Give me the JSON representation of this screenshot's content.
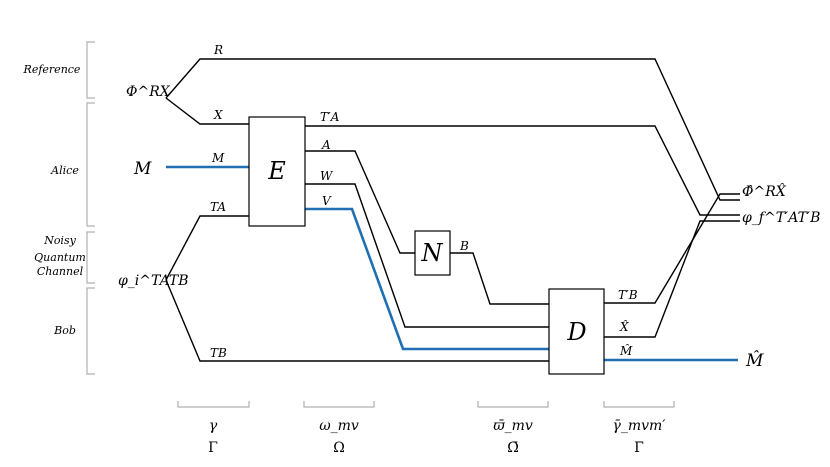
{
  "groups": {
    "reference": "Reference",
    "alice": "Alice",
    "channel_line1": "Noisy",
    "channel_line2": "Quantum",
    "channel_line3": "Channel",
    "bob": "Bob"
  },
  "states": {
    "phi_rx": "Φ^RX",
    "message": "M",
    "phi_i": "φ_i^TATB",
    "phi_hat": "Φ̂^RX̂",
    "phi_f": "φ_f^T′AT′B",
    "m_hat": "M̂"
  },
  "wires": {
    "R": "R",
    "X": "X",
    "M": "M",
    "TA": "TA",
    "TB": "TB",
    "TA_prime": "T′A",
    "A": "A",
    "W": "W",
    "V": "V",
    "B": "B",
    "TB_prime": "T′B",
    "X_hat": "X̂",
    "M_hat": "M̂"
  },
  "operators": {
    "encoder": "E",
    "channel": "N",
    "decoder": "D"
  },
  "stages": [
    {
      "top": "γ",
      "bottom": "Γ"
    },
    {
      "top": "ω_mv",
      "bottom": "Ω"
    },
    {
      "top": "ϖ̄_mv",
      "bottom": "Ω̄"
    },
    {
      "top": "γ̄_mvm′",
      "bottom": "Γ̄"
    }
  ],
  "colors": {
    "classical_wire": "#1f6fb2",
    "bracket": "#b0b0b0"
  }
}
